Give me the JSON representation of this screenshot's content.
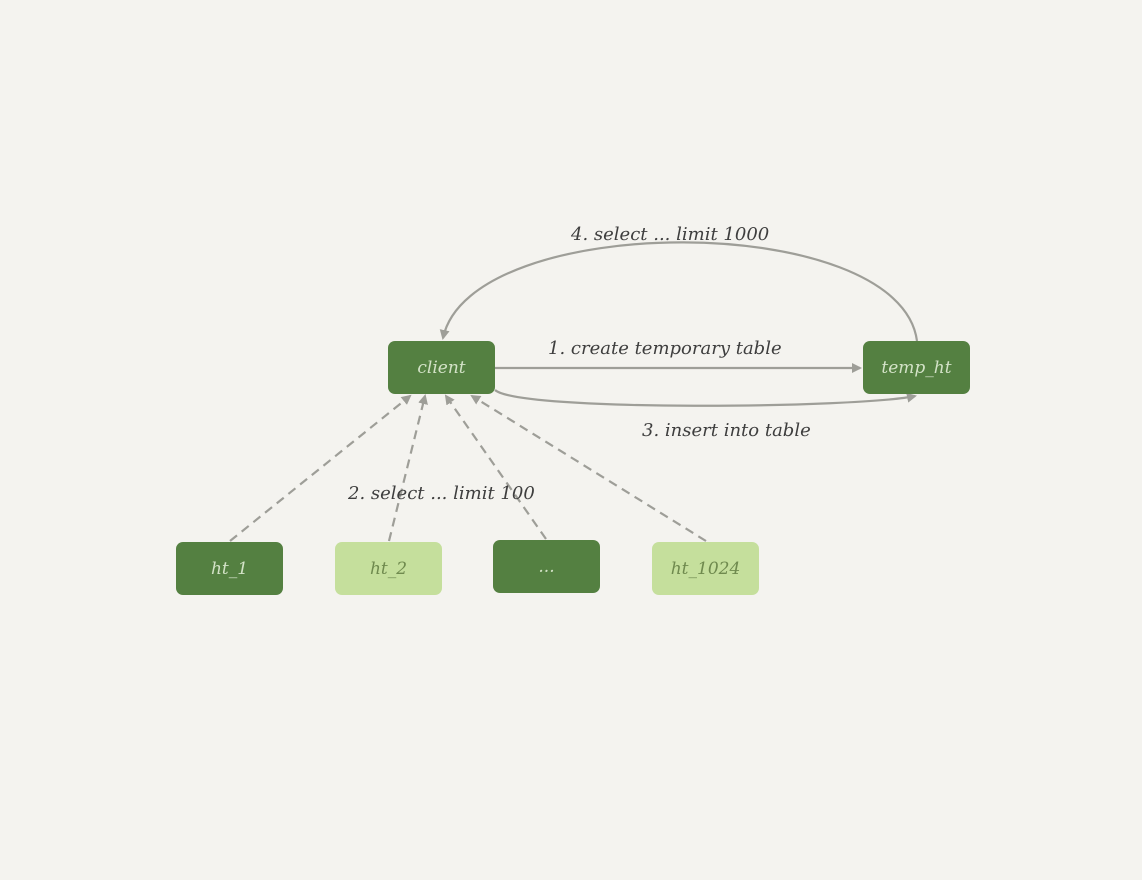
{
  "colors": {
    "background": "#f4f3ef",
    "dark_node": "#548041",
    "light_node": "#c5df9c",
    "arrow": "#9e9e98"
  },
  "nodes": {
    "client": "client",
    "temp_ht": "temp_ht",
    "ht_1": "ht_1",
    "ht_2": "ht_2",
    "ellipsis": "...",
    "ht_1024": "ht_1024"
  },
  "edges": {
    "create": "1. create temporary table",
    "select_shards": "2. select ... limit 100",
    "insert": "3. insert into table",
    "select_final": "4. select ... limit 1000"
  }
}
